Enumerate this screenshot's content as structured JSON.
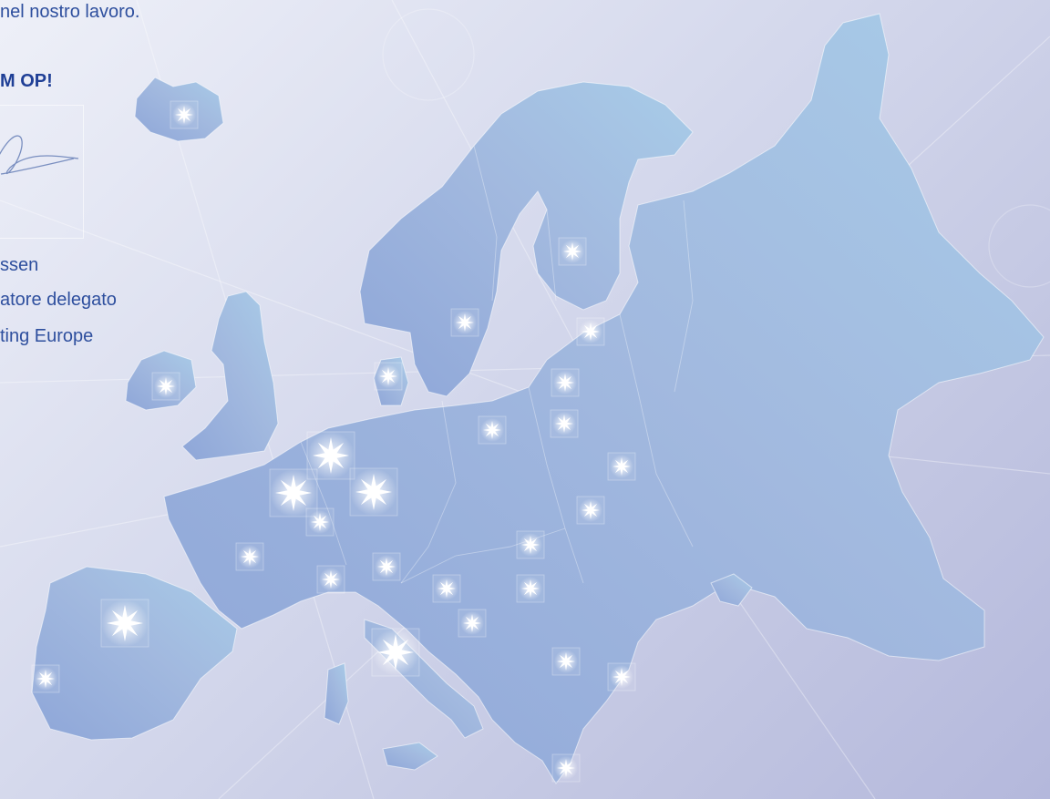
{
  "letter": {
    "intro_fragment": "nel nostro lavoro.",
    "heading_fragment": "M OP!",
    "signature_lines": [
      "ssen",
      "atore delegato",
      "ting Europe"
    ]
  },
  "map": {
    "land_color": "#a2b9df",
    "land_color_east": "#a8c8e6",
    "border_color": "#ffffff",
    "marker_color": "#ffffff",
    "marker_icon": "star-icon"
  }
}
